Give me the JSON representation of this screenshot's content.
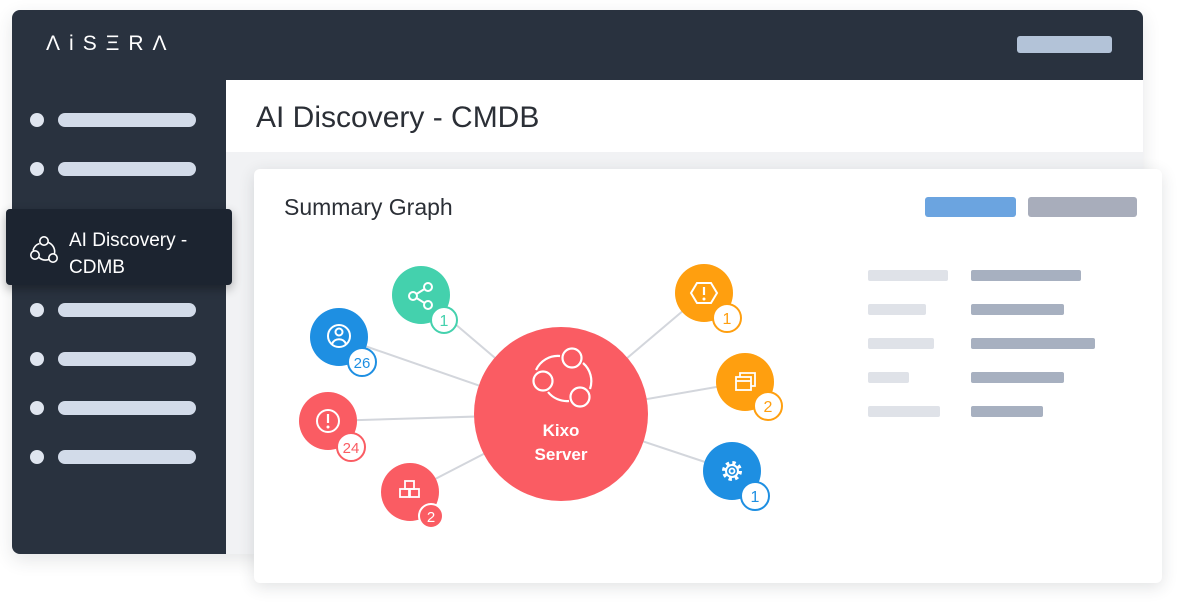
{
  "app": {
    "logo": "ΛiSΞRΛ"
  },
  "sidebar": {
    "active_item": {
      "label": "AI Discovery - CDMB",
      "icon": "network-icon"
    }
  },
  "page": {
    "title": "AI Discovery - CMDB"
  },
  "panel": {
    "title": "Summary Graph"
  },
  "graph": {
    "center": {
      "label_line1": "Kixo",
      "label_line2": "Server",
      "icon": "network-icon",
      "color": "#fa5c63"
    },
    "nodes": [
      {
        "id": "share",
        "icon": "share-icon",
        "count": "1",
        "color": "#44d1ad"
      },
      {
        "id": "users",
        "icon": "user-icon",
        "count": "26",
        "color": "#1e8fe2"
      },
      {
        "id": "alerts",
        "icon": "alert-icon",
        "count": "24",
        "color": "#fa5c63"
      },
      {
        "id": "packages",
        "icon": "boxes-icon",
        "count": "2",
        "color": "#fa5c63"
      },
      {
        "id": "warning",
        "icon": "warning-hexagon-icon",
        "count": "1",
        "color": "#ff9f0f"
      },
      {
        "id": "windows",
        "icon": "windows-icon",
        "count": "2",
        "color": "#ff9f0f"
      },
      {
        "id": "settings",
        "icon": "gear-icon",
        "count": "1",
        "color": "#1e8fe2"
      }
    ]
  },
  "colors": {
    "sidebar": "#29323f",
    "accent_button": "#6ba4e0",
    "secondary_button": "#a8adbb"
  }
}
